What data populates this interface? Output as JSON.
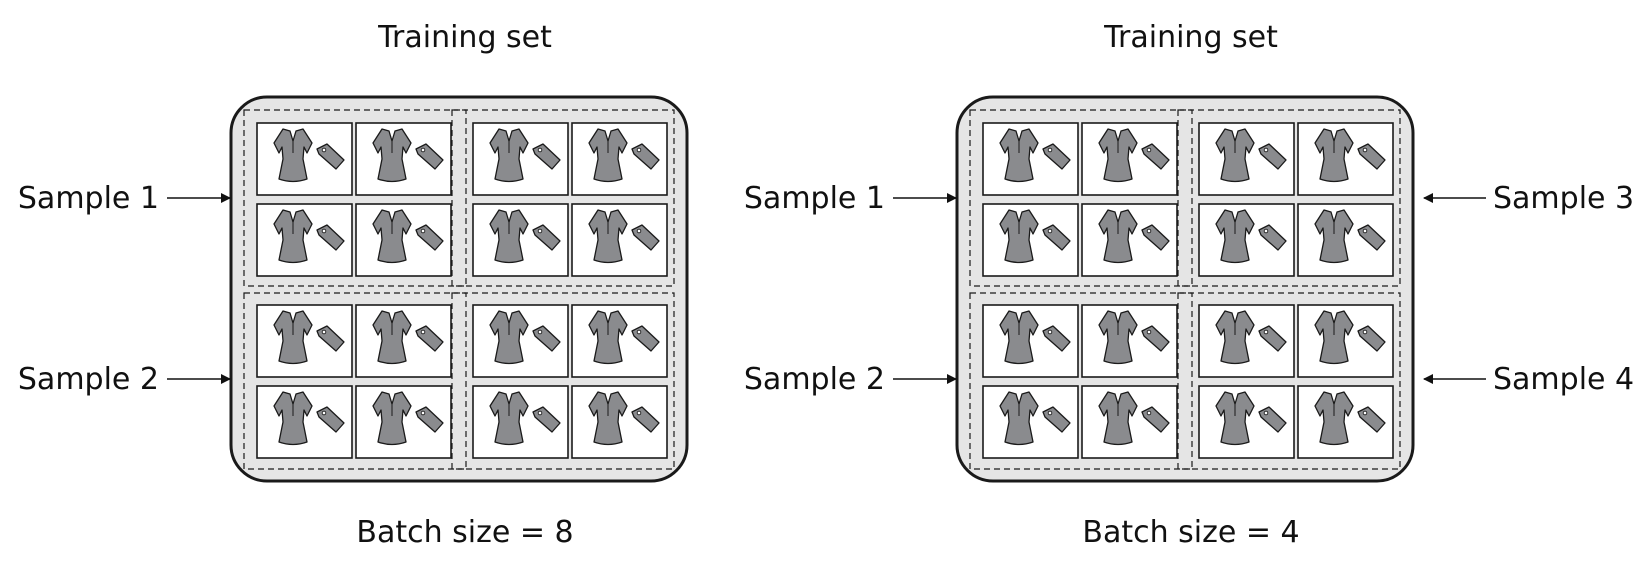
{
  "panels": [
    {
      "title": "Training set",
      "caption": "Batch size = 8",
      "left_labels": [
        "Sample 1",
        "Sample 2"
      ],
      "right_labels": []
    },
    {
      "title": "Training set",
      "caption": "Batch size = 4",
      "left_labels": [
        "Sample 1",
        "Sample 2"
      ],
      "right_labels": [
        "Sample 3",
        "Sample 4"
      ]
    }
  ],
  "colors": {
    "container_fill": "#e5e5e5",
    "container_stroke": "#1a1a1a",
    "card_fill": "#ffffff",
    "item_fill": "#8a8b8e",
    "text": "#111111"
  },
  "icons": [
    "dress-icon",
    "price-tag-icon"
  ]
}
